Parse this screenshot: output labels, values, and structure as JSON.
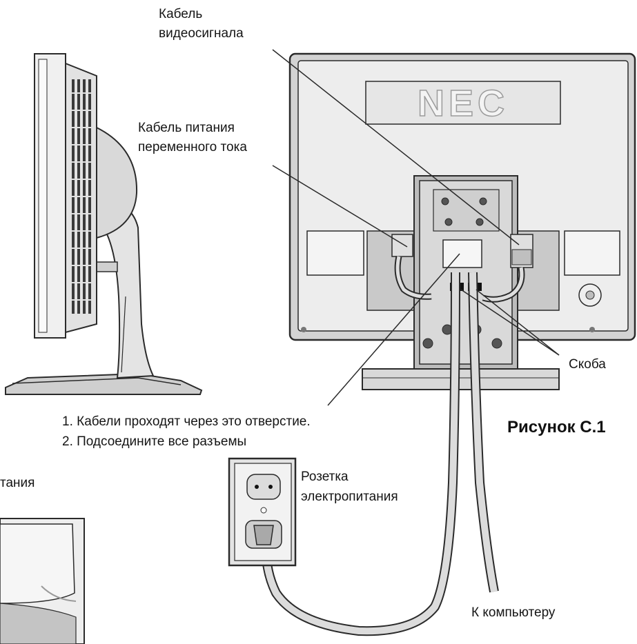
{
  "labels": {
    "video_cable_line1": "Кабель",
    "video_cable_line2": "видеосигнала",
    "power_cable_line1": "Кабель питания",
    "power_cable_line2": "переменного тока",
    "bracket": "Скоба",
    "step1": "1. Кабели проходят через это отверстие.",
    "step2": "2. Подсоедините все разъемы",
    "outlet_line1": "Розетка",
    "outlet_line2": "электропитания",
    "to_computer": "К компьютеру",
    "partial_left": "тания"
  },
  "figure_caption": "Рисунок С.1",
  "logo_text": "NEC",
  "colors": {
    "outline": "#2a2a2a",
    "panel_light": "#ececec",
    "panel_mid": "#d6d6d6",
    "panel_dark": "#bdbdbd",
    "shadow": "#9a9a9a"
  }
}
